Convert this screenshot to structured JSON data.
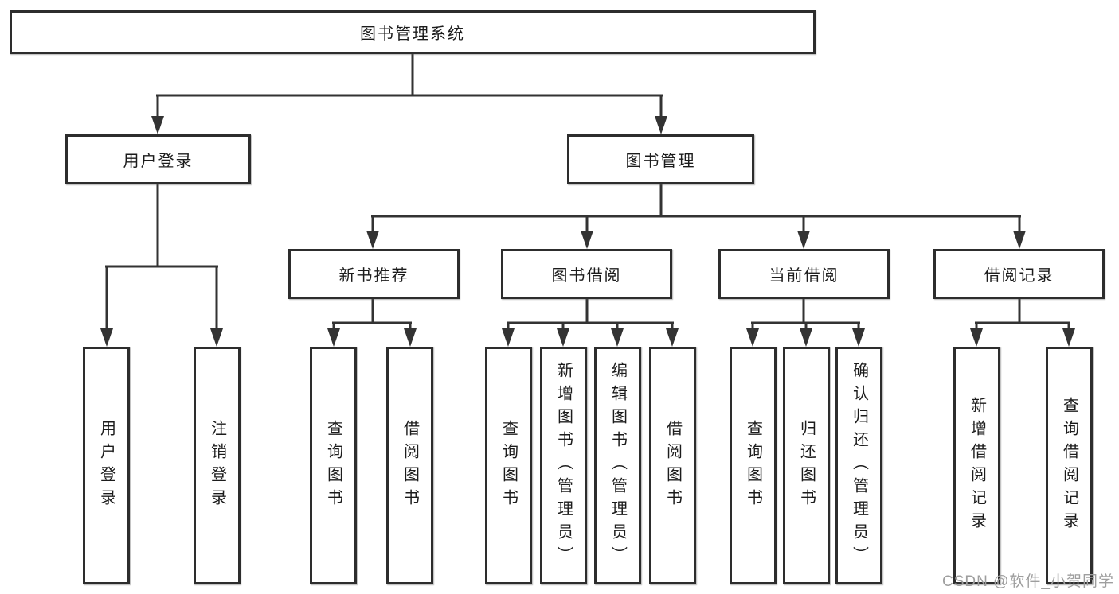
{
  "diagram_title": "图书管理系统",
  "watermark": {
    "text": "CSDN @软件_小贺同学"
  },
  "colors": {
    "background": "#ffffff",
    "box_border": "#2d2d2d",
    "connector_line": "#333333",
    "text": "#1c1c1c",
    "watermark_text": "#9e9e9e"
  },
  "tree": {
    "label": "图书管理系统",
    "children": [
      {
        "label": "用户登录",
        "children": [
          {
            "label": "用户登录"
          },
          {
            "label": "注销登录"
          }
        ]
      },
      {
        "label": "图书管理",
        "children": [
          {
            "label": "新书推荐",
            "children": [
              {
                "label": "查询图书"
              },
              {
                "label": "借阅图书"
              }
            ]
          },
          {
            "label": "图书借阅",
            "children": [
              {
                "label": "查询图书"
              },
              {
                "label": "新增图书（管理员）"
              },
              {
                "label": "编辑图书（管理员）"
              },
              {
                "label": "借阅图书"
              }
            ]
          },
          {
            "label": "当前借阅",
            "children": [
              {
                "label": "查询图书"
              },
              {
                "label": "归还图书"
              },
              {
                "label": "确认归还（管理员）"
              }
            ]
          },
          {
            "label": "借阅记录",
            "children": [
              {
                "label": "新增借阅记录"
              },
              {
                "label": "查询借阅记录"
              }
            ]
          }
        ]
      }
    ]
  }
}
